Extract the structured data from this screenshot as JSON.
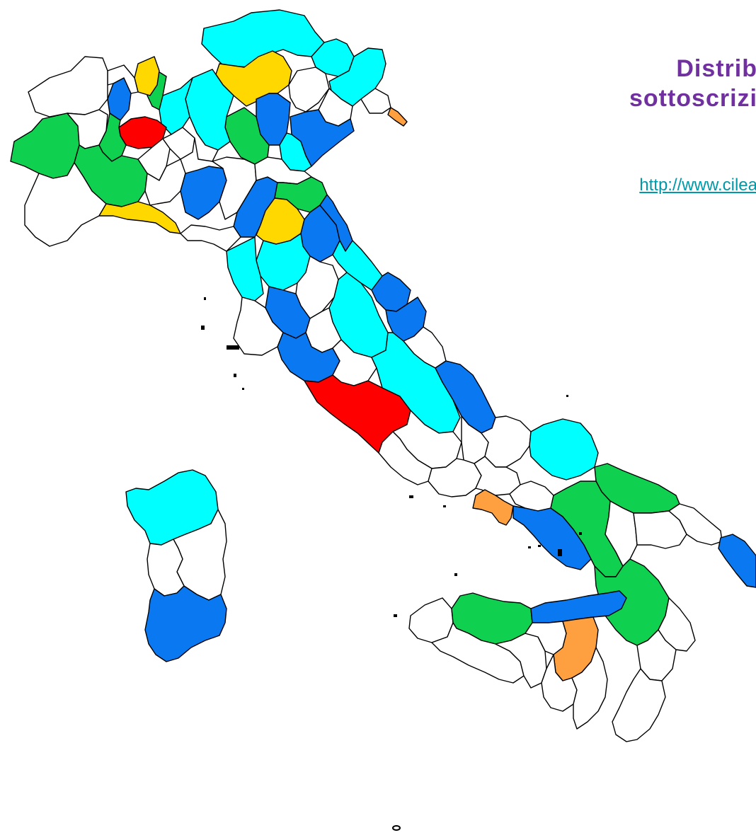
{
  "title_line1": "Distrib",
  "title_line2": "sottoscrizi",
  "link_text": "http://www.cilea",
  "colors": {
    "white": "#ffffff",
    "cyan": "#00ffff",
    "blue": "#0a78f0",
    "green": "#10d050",
    "yellow": "#ffd800",
    "red": "#ff0000",
    "orange": "#ffa040"
  },
  "provinces": [
    {
      "id": "sondrio",
      "color": "cyan"
    },
    {
      "id": "trento",
      "color": "yellow"
    },
    {
      "id": "bolzano-east",
      "color": "cyan"
    },
    {
      "id": "belluno",
      "color": "white"
    },
    {
      "id": "udine",
      "color": "cyan"
    },
    {
      "id": "gorizia",
      "color": "white"
    },
    {
      "id": "trieste",
      "color": "orange"
    },
    {
      "id": "pordenone",
      "color": "white"
    },
    {
      "id": "treviso",
      "color": "blue"
    },
    {
      "id": "vicenza",
      "color": "green"
    },
    {
      "id": "venezia",
      "color": "blue"
    },
    {
      "id": "padova",
      "color": "cyan"
    },
    {
      "id": "verona",
      "color": "cyan"
    },
    {
      "id": "brescia",
      "color": "cyan"
    },
    {
      "id": "bergamo",
      "color": "green"
    },
    {
      "id": "como",
      "color": "blue"
    },
    {
      "id": "varese",
      "color": "yellow"
    },
    {
      "id": "verbania",
      "color": "white"
    },
    {
      "id": "milano",
      "color": "red"
    },
    {
      "id": "aosta",
      "color": "white"
    },
    {
      "id": "torino",
      "color": "green"
    },
    {
      "id": "vercelli",
      "color": "white"
    },
    {
      "id": "novara",
      "color": "green"
    },
    {
      "id": "asti",
      "color": "green"
    },
    {
      "id": "cuneo",
      "color": "white"
    },
    {
      "id": "genova",
      "color": "yellow"
    },
    {
      "id": "pavia",
      "color": "white"
    },
    {
      "id": "cremona",
      "color": "white"
    },
    {
      "id": "mantova",
      "color": "white"
    },
    {
      "id": "piacenza",
      "color": "white"
    },
    {
      "id": "parma",
      "color": "blue"
    },
    {
      "id": "modena",
      "color": "white"
    },
    {
      "id": "bologna",
      "color": "blue"
    },
    {
      "id": "ferrara",
      "color": "white"
    },
    {
      "id": "ravenna",
      "color": "green"
    },
    {
      "id": "forli",
      "color": "yellow"
    },
    {
      "id": "pesaro",
      "color": "blue"
    },
    {
      "id": "ancona",
      "color": "blue"
    },
    {
      "id": "firenze",
      "color": "cyan"
    },
    {
      "id": "pisa",
      "color": "cyan"
    },
    {
      "id": "lucca",
      "color": "white"
    },
    {
      "id": "arezzo",
      "color": "white"
    },
    {
      "id": "siena",
      "color": "blue"
    },
    {
      "id": "grosseto",
      "color": "white"
    },
    {
      "id": "perugia",
      "color": "cyan"
    },
    {
      "id": "terni",
      "color": "white"
    },
    {
      "id": "macerata",
      "color": "cyan"
    },
    {
      "id": "ascoli",
      "color": "blue"
    },
    {
      "id": "teramo",
      "color": "blue"
    },
    {
      "id": "pescara",
      "color": "white"
    },
    {
      "id": "viterbo",
      "color": "blue"
    },
    {
      "id": "rieti",
      "color": "white"
    },
    {
      "id": "roma",
      "color": "red"
    },
    {
      "id": "laquila",
      "color": "cyan"
    },
    {
      "id": "chieti",
      "color": "blue"
    },
    {
      "id": "frosinone",
      "color": "white"
    },
    {
      "id": "latina",
      "color": "white"
    },
    {
      "id": "isernia",
      "color": "white"
    },
    {
      "id": "campobasso",
      "color": "white"
    },
    {
      "id": "foggia",
      "color": "cyan"
    },
    {
      "id": "caserta",
      "color": "white"
    },
    {
      "id": "benevento",
      "color": "white"
    },
    {
      "id": "napoli",
      "color": "orange"
    },
    {
      "id": "avellino",
      "color": "white"
    },
    {
      "id": "salerno",
      "color": "blue"
    },
    {
      "id": "bari",
      "color": "green"
    },
    {
      "id": "potenza",
      "color": "green"
    },
    {
      "id": "matera",
      "color": "white"
    },
    {
      "id": "taranto",
      "color": "white"
    },
    {
      "id": "brindisi",
      "color": "white"
    },
    {
      "id": "lecce",
      "color": "blue"
    },
    {
      "id": "cosenza",
      "color": "green"
    },
    {
      "id": "crotone",
      "color": "white"
    },
    {
      "id": "catanzaro",
      "color": "white"
    },
    {
      "id": "reggio",
      "color": "white"
    },
    {
      "id": "sassari",
      "color": "cyan"
    },
    {
      "id": "nuoro",
      "color": "white"
    },
    {
      "id": "oristano",
      "color": "white"
    },
    {
      "id": "cagliari",
      "color": "blue"
    },
    {
      "id": "palermo",
      "color": "green"
    },
    {
      "id": "trapani",
      "color": "white"
    },
    {
      "id": "agrigento",
      "color": "white"
    },
    {
      "id": "caltanissetta",
      "color": "white"
    },
    {
      "id": "messina",
      "color": "blue"
    },
    {
      "id": "catania",
      "color": "orange"
    },
    {
      "id": "ragusa",
      "color": "white"
    },
    {
      "id": "siracusa",
      "color": "white"
    },
    {
      "id": "enna",
      "color": "white"
    }
  ]
}
